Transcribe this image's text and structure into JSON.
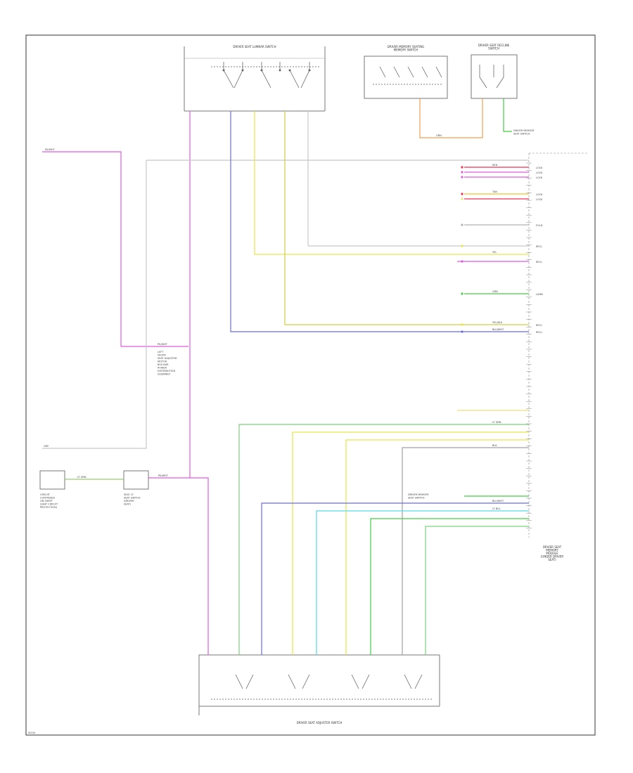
{
  "components": {
    "lumbar_switch": {
      "label": "DRIVER SEAT LUMBAR SWITCH"
    },
    "memory_switch": {
      "label": "DRIVER MEMORY SEATING\nMEMORY SWITCH"
    },
    "recline_switch": {
      "label": "DRIVER SEAT RECLINE\nSWITCH"
    },
    "adjuster_switch": {
      "label": "DRIVER SEAT ADJUSTER SWITCH"
    },
    "memory_module": {
      "label": "DRIVER SEAT\nMEMORY\nMODULE\n(UNDER DRIVER\nSEAT)"
    },
    "ground_ref_left": {
      "label": "CIRCUIT\nCONTINUED\nON SHEET\n(SEAT CIRCUIT\nPROTECTION)"
    },
    "splice_box": {
      "label": "SEAT LF\nSEAT SWITCH\n(DRIVER\nSEAT)"
    },
    "ground_top_right": {
      "label": "DRIVER MEMORY\nSEAT SWITCH"
    },
    "ground_mid_right": {
      "label": "DRIVER MEMORY\nSEAT SWITCH"
    },
    "junction_label": {
      "label": "LEFT\nFRONT\nSEAT ADJUSTER\nMOTOR\nBUS BAR\nPOWER\nDISTRIBUTION\nASSEMBLY"
    }
  },
  "wires": {
    "pink_main": {
      "label": "PK/WHT",
      "color": "#e05ce0"
    },
    "pink_branch": {
      "label": "PK/WHT",
      "color": "#e05ce0"
    },
    "gray_top": {
      "label": "GRY",
      "color": "#b0b0b0"
    },
    "yellow_a": {
      "label": "YEL",
      "color": "#e6e64a"
    },
    "yellow_b": {
      "label": "YEL/BLK",
      "color": "#d8d84a"
    },
    "blue_a": {
      "label": "BLU/WHT",
      "color": "#6a6aea"
    },
    "green_a": {
      "label": "GRN",
      "color": "#44cc44"
    },
    "lime_a": {
      "label": "LT GRN",
      "color": "#7ad07a"
    },
    "cyan_a": {
      "label": "LT BLU",
      "color": "#5ad8e8"
    },
    "orange_a": {
      "label": "ORN",
      "color": "#f0a050"
    },
    "red_a": {
      "label": "RED",
      "color": "#ee3355"
    },
    "black_a": {
      "label": "BLK",
      "color": "#666666"
    },
    "tan_a": {
      "label": "TAN",
      "color": "#f0e070"
    }
  },
  "connector_rows": [
    {
      "label": "LOCK",
      "color": "#ee3355"
    },
    {
      "label": "LOCK",
      "color": "#e05ce0"
    },
    {
      "label": "LOCK",
      "color": "#e05ce0"
    },
    {
      "label": "LOCK",
      "color": "#ee3355"
    },
    {
      "label": "LOCK",
      "color": "#f0e070"
    },
    {
      "label": "FOLD",
      "color": "#b0b0b0"
    },
    {
      "label": "RECL",
      "color": "#e6e64a"
    },
    {
      "label": "RECL",
      "color": "#e05ce0"
    },
    {
      "label": "LUMB",
      "color": "#44cc44"
    },
    {
      "label": "RECL",
      "color": "#e6e64a"
    },
    {
      "label": "RECL",
      "color": "#6a6aea"
    }
  ],
  "footer": {
    "code": "W100"
  }
}
